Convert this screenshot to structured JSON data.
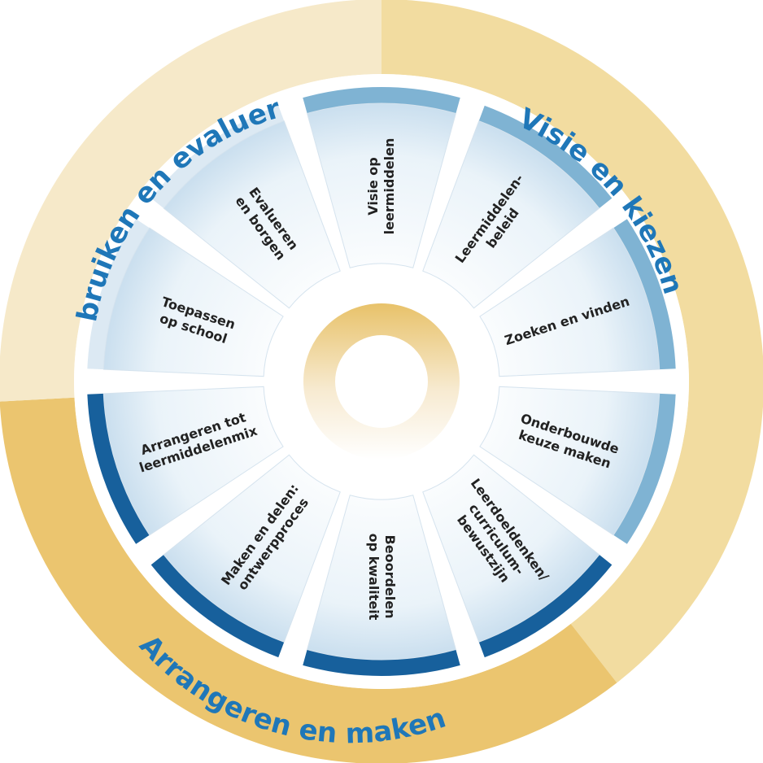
{
  "rings": [
    {
      "id": "visie",
      "label": "Visie en kiezen",
      "color": "#f2dca0"
    },
    {
      "id": "arrangeren",
      "label": "Arrangeren en maken",
      "color": "#ebc56f"
    },
    {
      "id": "gebruiken",
      "label": "Gebruiken en evalueren",
      "color": "#f6e9c9"
    }
  ],
  "segments": [
    {
      "id": "visie-op-leermiddelen",
      "lines": [
        "Visie op",
        "leermiddelen"
      ],
      "phase": "visie",
      "rim": "#7fb3d3"
    },
    {
      "id": "leermiddelenbeleid",
      "lines": [
        "Leermiddelen-",
        "beleid"
      ],
      "phase": "visie",
      "rim": "#7fb3d3"
    },
    {
      "id": "zoeken-en-vinden",
      "lines": [
        "Zoeken en vinden"
      ],
      "phase": "visie",
      "rim": "#7fb3d3"
    },
    {
      "id": "onderbouwde-keuze-maken",
      "lines": [
        "Onderbouwde",
        "keuze maken"
      ],
      "phase": "visie",
      "rim": "#7fb3d3"
    },
    {
      "id": "leerdoeldenken",
      "lines": [
        "Leerdoeldenken/",
        "curriculum-",
        "bewustzijn"
      ],
      "phase": "arrangeren",
      "rim": "#17609c"
    },
    {
      "id": "beoordelen-op-kwaliteit",
      "lines": [
        "Beoordelen",
        "op kwaliteit"
      ],
      "phase": "arrangeren",
      "rim": "#17609c"
    },
    {
      "id": "maken-en-delen",
      "lines": [
        "Maken en delen:",
        "ontwerpproces"
      ],
      "phase": "arrangeren",
      "rim": "#17609c"
    },
    {
      "id": "arrangeren-tot-leermiddelenmix",
      "lines": [
        "Arrangeren tot",
        "leermiddelenmix"
      ],
      "phase": "arrangeren",
      "rim": "#17609c"
    },
    {
      "id": "toepassen-op-school",
      "lines": [
        "Toepassen",
        "op school"
      ],
      "phase": "gebruiken",
      "rim": "#dce9f3"
    },
    {
      "id": "evalueren-en-borgen",
      "lines": [
        "Evalueren",
        "en borgen"
      ],
      "phase": "gebruiken",
      "rim": "#dce9f3"
    }
  ]
}
